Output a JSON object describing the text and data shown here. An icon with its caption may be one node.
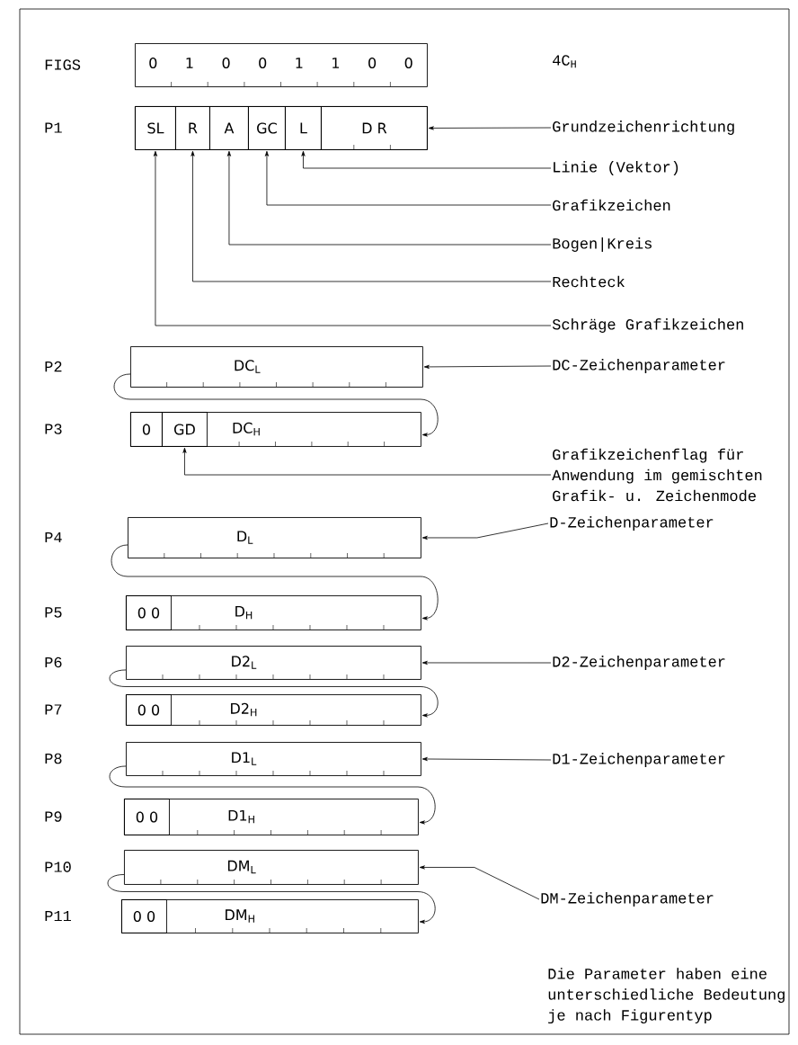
{
  "diagram": {
    "nodes": [
      {
        "text": [
          "FIGS",
          "0",
          "1",
          "0",
          "0",
          "1",
          "1",
          "0",
          "0"
        ]
      },
      {
        "text": [
          "P1"
        ]
      },
      {
        "text": [
          "SL"
        ],
        "in": 1
      },
      {
        "text": [
          "R"
        ],
        "in": 1
      },
      {
        "text": [
          "A"
        ],
        "in": 1
      },
      {
        "text": [
          "GC"
        ],
        "in": 1
      },
      {
        "text": [
          "L"
        ],
        "in": 1
      },
      {
        "text": [
          "D R"
        ],
        "in": 1
      },
      {
        "text": [
          "Grundzeichenrichtung"
        ]
      },
      {
        "text": [
          "Linie (Vektor)"
        ]
      },
      {
        "text": [
          "Grafikzeichen"
        ]
      },
      {
        "text": [
          "Bogen|Kreis"
        ]
      },
      {
        "text": [
          "Rechteck"
        ]
      },
      {
        "text": [
          "Schräge Grafikzeichen"
        ]
      },
      {
        "text": [
          "P2",
          "DC$_{L}$"
        ]
      },
      {
        "text": [
          "DC-Zeichenparameter"
        ]
      },
      {
        "text": [
          "P3",
          "DC$_{H}$"
        ]
      },
      {
        "text": [
          "0"
        ],
        "in": 16
      },
      {
        "text": [
          "GD"
        ],
        "in": 16
      },
      {
        "text": [
          "Grafikzeichenflag für Anwendung im gemischten Grafik- u. Zeichenmode"
        ]
      },
      {
        "text": [
          "P4",
          "D$_{L}$"
        ]
      },
      {
        "text": [
          "D-Zeichenparameter"
        ]
      },
      {
        "text": [
          "P5",
          "D$_{H}$"
        ]
      },
      {
        "text": [
          "0 0"
        ],
        "in": 22
      },
      {
        "text": [
          "P6",
          "D2$_{L}$"
        ]
      },
      {
        "text": [
          "D2-Zeichenparameter"
        ]
      },
      {
        "text": [
          "P7",
          "D2$_{H}$"
        ]
      },
      {
        "text": [
          "0 0"
        ],
        "in": 26
      },
      {
        "text": [
          "P8",
          "D1$_{L}$"
        ]
      },
      {
        "text": [
          "D1-Zeichenparameter"
        ]
      },
      {
        "text": [
          "P9",
          "D1$_{H}$"
        ]
      },
      {
        "text": [
          "0 0"
        ],
        "in": 30
      },
      {
        "text": [
          "P10",
          "DM$_{L}$"
        ]
      },
      {
        "text": [
          "DM-Zeichenparameter"
        ]
      },
      {
        "text": [
          "P11",
          "DM$_{H}$"
        ]
      },
      {
        "text": [
          "0 0"
        ],
        "in": 34
      }
    ],
    "edges": [
      {
        "from": 8,
        "to": 1,
        "arrow": "to"
      },
      {
        "from": 9,
        "to": 6,
        "arrow": "to"
      },
      {
        "from": 10,
        "to": 5,
        "arrow": "to"
      },
      {
        "from": 11,
        "to": 4,
        "arrow": "to"
      },
      {
        "from": 12,
        "to": 3,
        "arrow": "to"
      },
      {
        "from": 13,
        "to": 2,
        "arrow": "to"
      },
      {
        "from": 15,
        "to": 14,
        "arrow": "to"
      },
      {
        "from": 14,
        "to": 16,
        "arrow": "to"
      },
      {
        "from": 19,
        "to": 18,
        "arrow": "to"
      },
      {
        "from": 21,
        "to": 20,
        "arrow": "to"
      },
      {
        "from": 20,
        "to": 22,
        "arrow": "to"
      },
      {
        "from": 25,
        "to": 24,
        "arrow": "to"
      },
      {
        "from": 24,
        "to": 26,
        "arrow": "to"
      },
      {
        "from": 29,
        "to": 28,
        "arrow": "to"
      },
      {
        "from": 28,
        "to": 30,
        "arrow": "to"
      },
      {
        "from": 33,
        "to": 32,
        "arrow": "to"
      },
      {
        "from": 32,
        "to": 34,
        "arrow": "to"
      }
    ],
    "labels": [
      "4C$_{H}$",
      "Die Parameter haben eine unterschiedliche Bedeutung je nach Figurentyp"
    ]
  }
}
